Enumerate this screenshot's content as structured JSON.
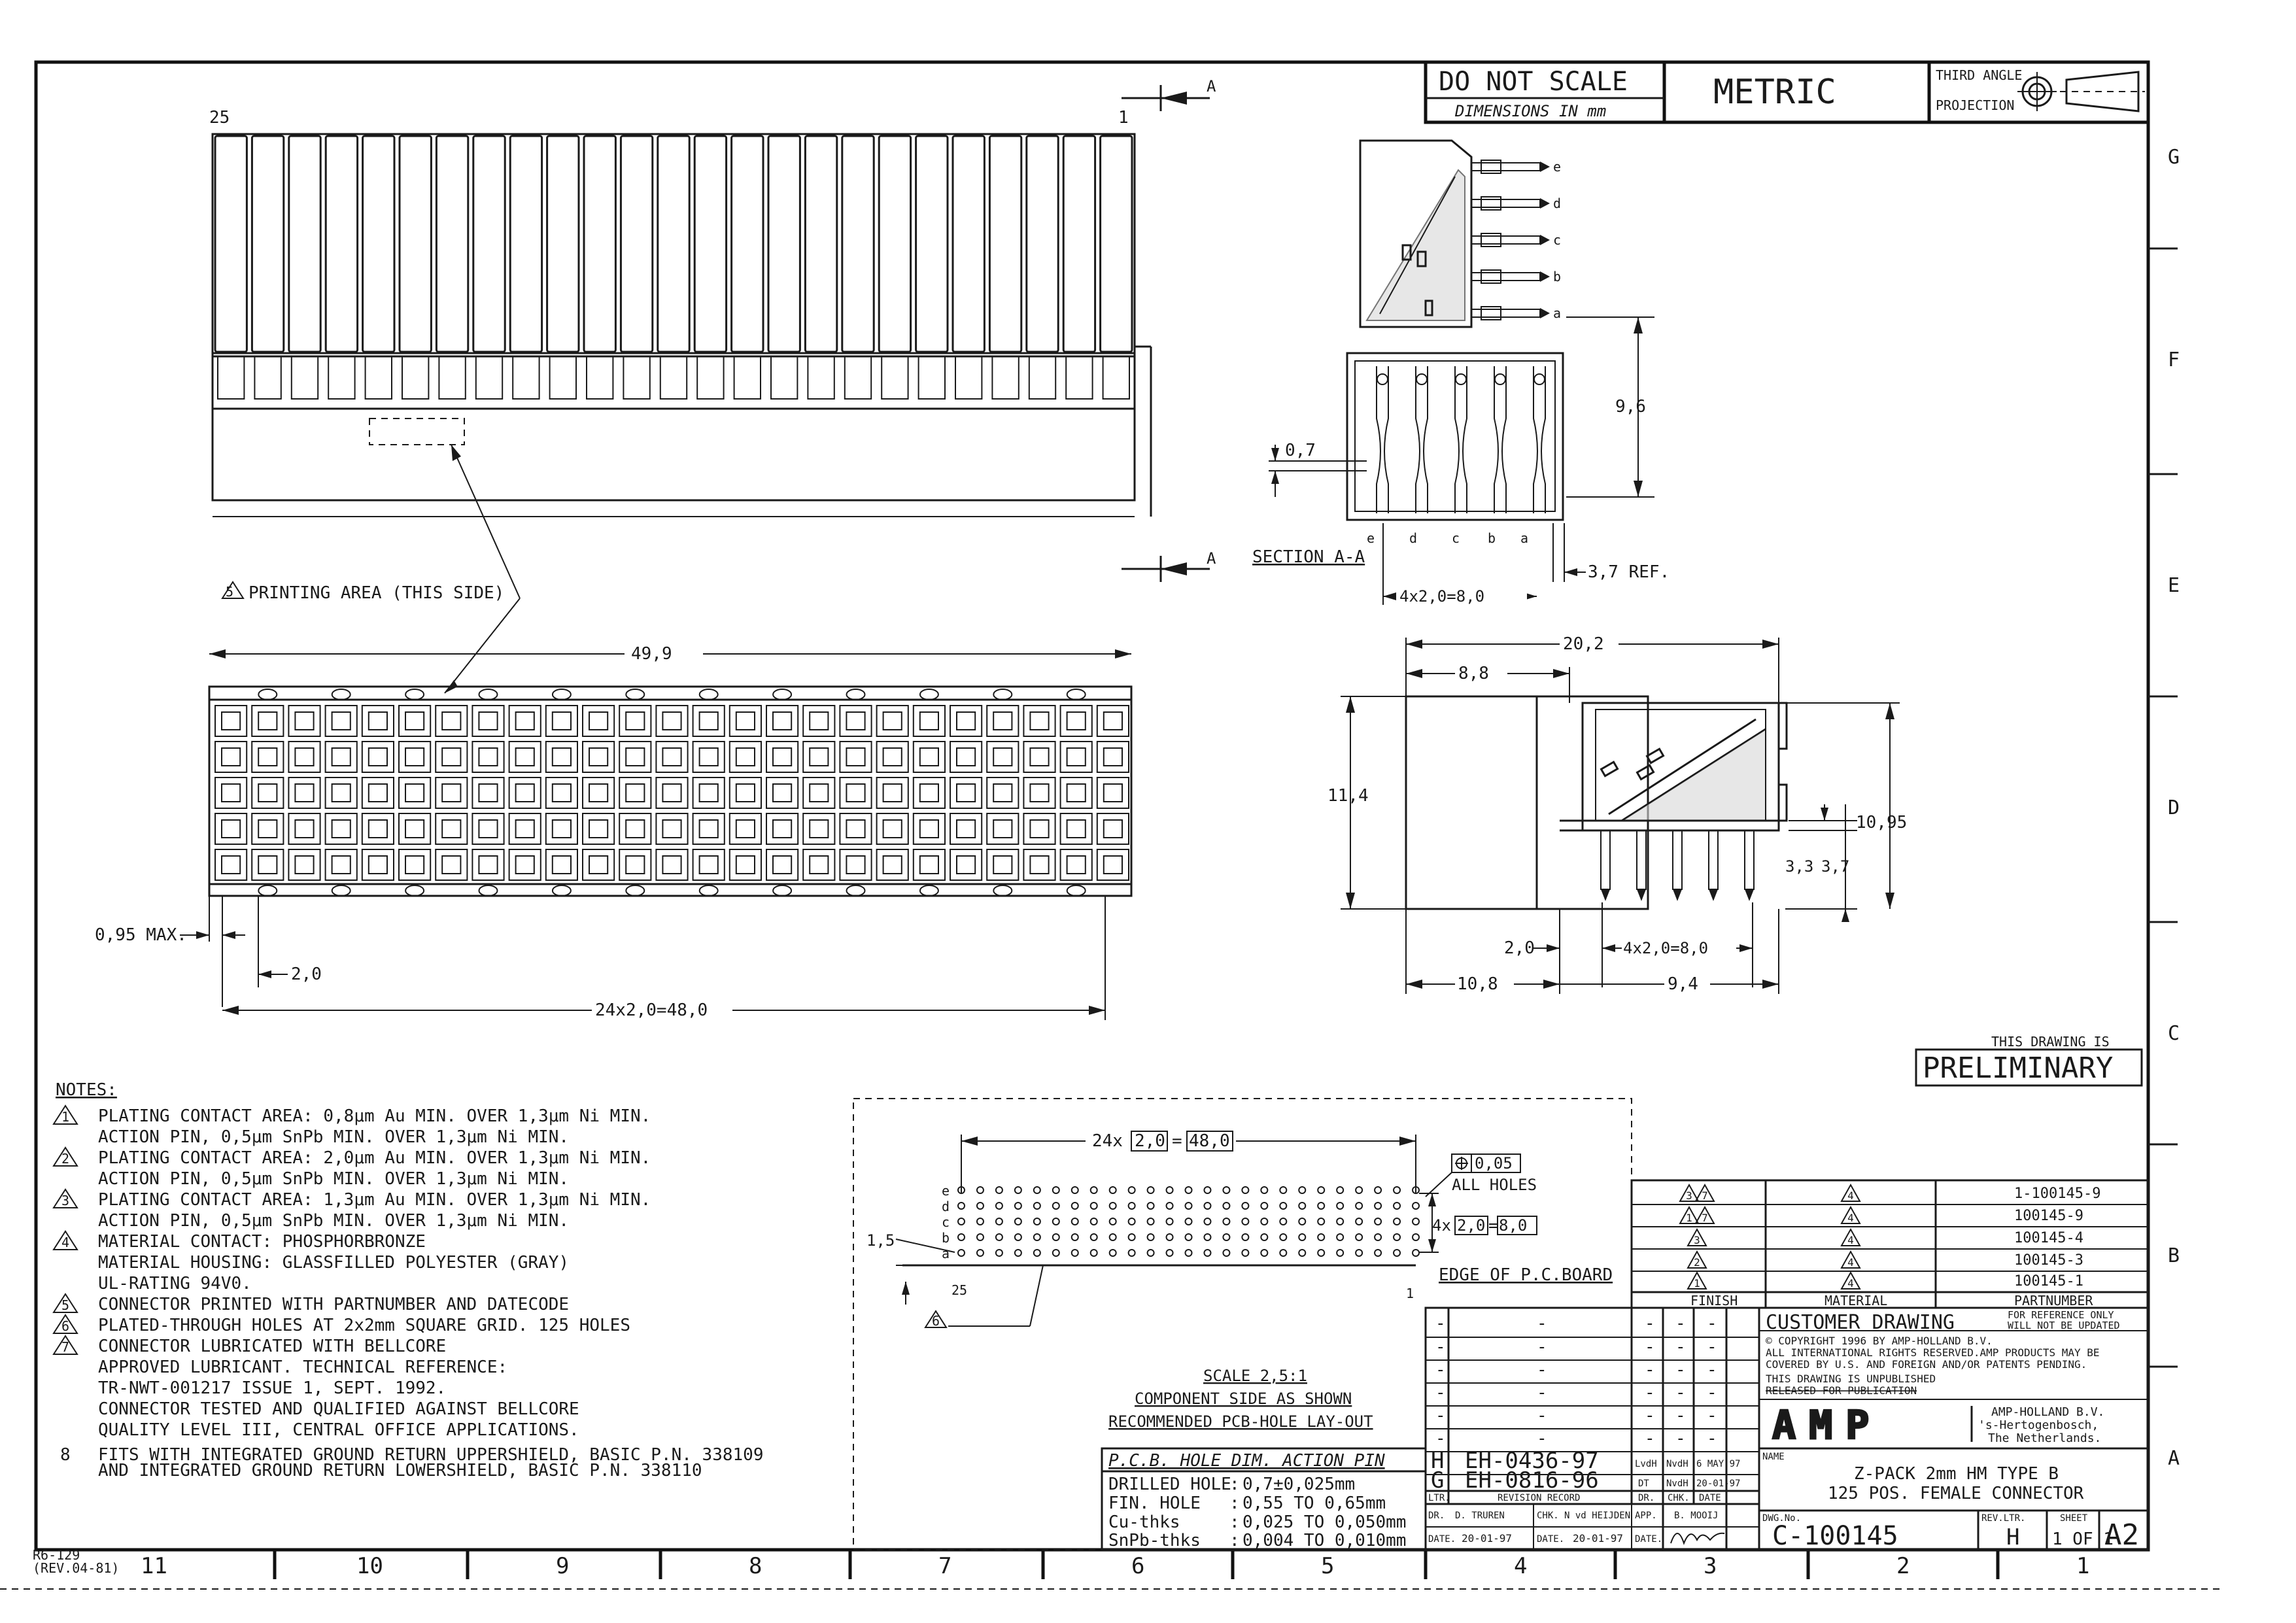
{
  "title_block": {
    "do_not_scale": "DO NOT SCALE",
    "dimensions_in_mm": "DIMENSIONS IN mm",
    "metric": "METRIC",
    "third_angle": "THIRD ANGLE",
    "projection": "PROJECTION",
    "preliminary_caption": "THIS DRAWING IS",
    "preliminary": "PRELIMINARY",
    "customer_drawing": "CUSTOMER DRAWING",
    "ref_only_1": "FOR REFERENCE ONLY",
    "ref_only_2": "WILL NOT BE UPDATED",
    "copyright_1": "© COPYRIGHT 1996         BY AMP-HOLLAND B.V.",
    "copyright_2": "ALL INTERNATIONAL RIGHTS RESERVED.AMP PRODUCTS MAY BE",
    "copyright_3": "COVERED BY U.S. AND FOREIGN  AND/OR PATENTS PENDING.",
    "unpublished": "THIS DRAWING IS UNPUBLISHED",
    "released": "RELEASED FOR PUBLICATION",
    "company_1": "AMP-HOLLAND B.V.",
    "company_2": "'s-Hertogenbosch,",
    "company_3": "The Netherlands.",
    "logo": "AMP",
    "name_label": "NAME",
    "name_1": "Z-PACK 2mm HM TYPE B",
    "name_2": "125 POS. FEMALE CONNECTOR",
    "dwg_no_label": "DWG.No.",
    "dwg_no": "C-100145",
    "rev_ltr_label": "REV.LTR.",
    "rev_ltr": "H",
    "sheet_label": "SHEET",
    "sheet": "1 OF 1",
    "size": "A2",
    "form_no": "R6-129",
    "form_rev": "(REV.04-81)"
  },
  "revisions": {
    "rows": [
      {
        "ltr": "H",
        "record": "EH-0436-97",
        "dr": "LvdH",
        "chk": "NvdH",
        "date": "6 MAY'97"
      },
      {
        "ltr": "G",
        "record": "EH-0816-96",
        "dr": "DT",
        "chk": "NvdH",
        "date": "20-01-97"
      }
    ],
    "blank": "-",
    "h_ltr": "LTR.",
    "h_record": "REVISION RECORD",
    "h_dr": "DR.",
    "h_chk": "CHK.",
    "h_date": "DATE",
    "sign_dr": "DR.",
    "sign_dr_name": "D. TRUREN",
    "sign_chk": "CHK.",
    "sign_chk_name": "N vd HEIJDEN",
    "sign_app": "APP.",
    "sign_app_name": "B. MOOIJ",
    "sign_date": "DATE.",
    "sign_date_1": "20-01-97",
    "sign_date_2": "20-01-97"
  },
  "partnumbers": {
    "header_finish": "FINISH",
    "header_material": "MATERIAL",
    "header_partnumber": "PARTNUMBER",
    "rows": [
      {
        "finish": "3 7",
        "material": "4",
        "part": "1-100145-9"
      },
      {
        "finish": "1 7",
        "material": "4",
        "part": "100145-9"
      },
      {
        "finish": "3",
        "material": "4",
        "part": "100145-4"
      },
      {
        "finish": "2",
        "material": "4",
        "part": "100145-3"
      },
      {
        "finish": "1",
        "material": "4",
        "part": "100145-1"
      }
    ]
  },
  "notes": {
    "heading": "NOTES:",
    "lines": [
      {
        "mark": "1",
        "text": "PLATING CONTACT AREA: 0,8μm Au MIN. OVER 1,3μm Ni MIN."
      },
      {
        "mark": "",
        "text": "ACTION PIN, 0,5μm SnPb MIN. OVER 1,3μm Ni MIN."
      },
      {
        "mark": "2",
        "text": "PLATING CONTACT AREA: 2,0μm Au MIN. OVER 1,3μm Ni MIN."
      },
      {
        "mark": "",
        "text": "ACTION PIN, 0,5μm SnPb MIN. OVER 1,3μm Ni MIN."
      },
      {
        "mark": "3",
        "text": "PLATING CONTACT AREA: 1,3μm Au MIN. OVER 1,3μm Ni MIN."
      },
      {
        "mark": "",
        "text": "ACTION PIN, 0,5μm SnPb MIN. OVER 1,3μm Ni MIN."
      },
      {
        "mark": "4",
        "text": "MATERIAL CONTACT: PHOSPHORBRONZE"
      },
      {
        "mark": "",
        "text": "MATERIAL HOUSING: GLASSFILLED POLYESTER (GRAY)"
      },
      {
        "mark": "",
        "text": "               UL-RATING 94V0."
      },
      {
        "mark": "5",
        "text": "CONNECTOR PRINTED WITH PARTNUMBER AND DATECODE"
      },
      {
        "mark": "6",
        "text": "PLATED-THROUGH HOLES AT 2x2mm SQUARE GRID. 125 HOLES"
      },
      {
        "mark": "7",
        "text": "CONNECTOR LUBRICATED WITH BELLCORE"
      },
      {
        "mark": "",
        "text": "APPROVED LUBRICANT. TECHNICAL REFERENCE:"
      },
      {
        "mark": "",
        "text": "TR-NWT-001217 ISSUE 1, SEPT. 1992."
      },
      {
        "mark": "",
        "text": "CONNECTOR TESTED AND QUALIFIED AGAINST BELLCORE"
      },
      {
        "mark": "",
        "text": "QUALITY LEVEL III, CENTRAL OFFICE APPLICATIONS."
      },
      {
        "mark": "8",
        "text": "FITS WITH INTEGRATED GROUND RETURN UPPERSHIELD, BASIC P.N. 338109"
      },
      {
        "mark": "",
        "text": "        AND INTEGRATED GROUND RETURN LOWERSHIELD, BASIC P.N. 338110"
      }
    ]
  },
  "pcb": {
    "scale": "SCALE 2,5:1",
    "component_side": "COMPONENT SIDE AS SHOWN",
    "layout": "RECOMMENDED PCB-HOLE LAY-OUT",
    "dim_24x": "24x",
    "dim_2_0": "2,0",
    "dim_48_0": "48,0",
    "tol": "0,05",
    "all_holes": "ALL HOLES",
    "dim_4x": "4x",
    "dim_8_0": "8,0",
    "dim_1_5": "1,5",
    "edge": "EDGE OF P.C.BOARD",
    "label_25": "25",
    "label_1": "1",
    "note_6": "6",
    "rows": [
      "e",
      "d",
      "c",
      "b",
      "a"
    ]
  },
  "hole_table": {
    "title": "P.C.B. HOLE DIM.  ACTION PIN",
    "rows": [
      {
        "k": "DRILLED HOLE",
        "v": "0,7±0,025mm"
      },
      {
        "k": "FIN. HOLE",
        "v": "0,55  TO 0,65mm"
      },
      {
        "k": "Cu-thks",
        "v": "0,025 TO 0,050mm"
      },
      {
        "k": "SnPb-thks",
        "v": "0,004 TO 0,010mm"
      }
    ]
  },
  "views": {
    "front": {
      "pin_25": "25",
      "pin_1": "1",
      "arrow_a": "A",
      "printing_area": "PRINTING AREA (THIS SIDE)",
      "note_5": "5"
    },
    "bottom": {
      "d_49_9": "49,9",
      "d_0_95": "0,95 MAX.",
      "d_2_0": "2,0",
      "d_48": "24x2,0=48,0"
    },
    "section": {
      "title": "SECTION A-A",
      "rows": [
        "e",
        "d",
        "c",
        "b",
        "a"
      ],
      "d_9_6": "9,6",
      "d_0_7": "0,7",
      "d_3_7ref": "3,7 REF.",
      "d_8_0": "4x2,0=8,0"
    },
    "side": {
      "d_20_2": "20,2",
      "d_8_8": "8,8",
      "d_11_4": "11,4",
      "d_10_95": "10,95",
      "d_3_3": "3,3",
      "d_3_7": "3,7",
      "d_2_0": "2,0",
      "d_8_0": "4x2,0=8,0",
      "d_10_8": "10,8",
      "d_9_4": "9,4"
    }
  },
  "zones": {
    "cols": [
      "11",
      "10",
      "9",
      "8",
      "7",
      "6",
      "5",
      "4",
      "3",
      "2",
      "1"
    ],
    "rows": [
      "G",
      "F",
      "E",
      "D",
      "C",
      "B",
      "A"
    ]
  }
}
